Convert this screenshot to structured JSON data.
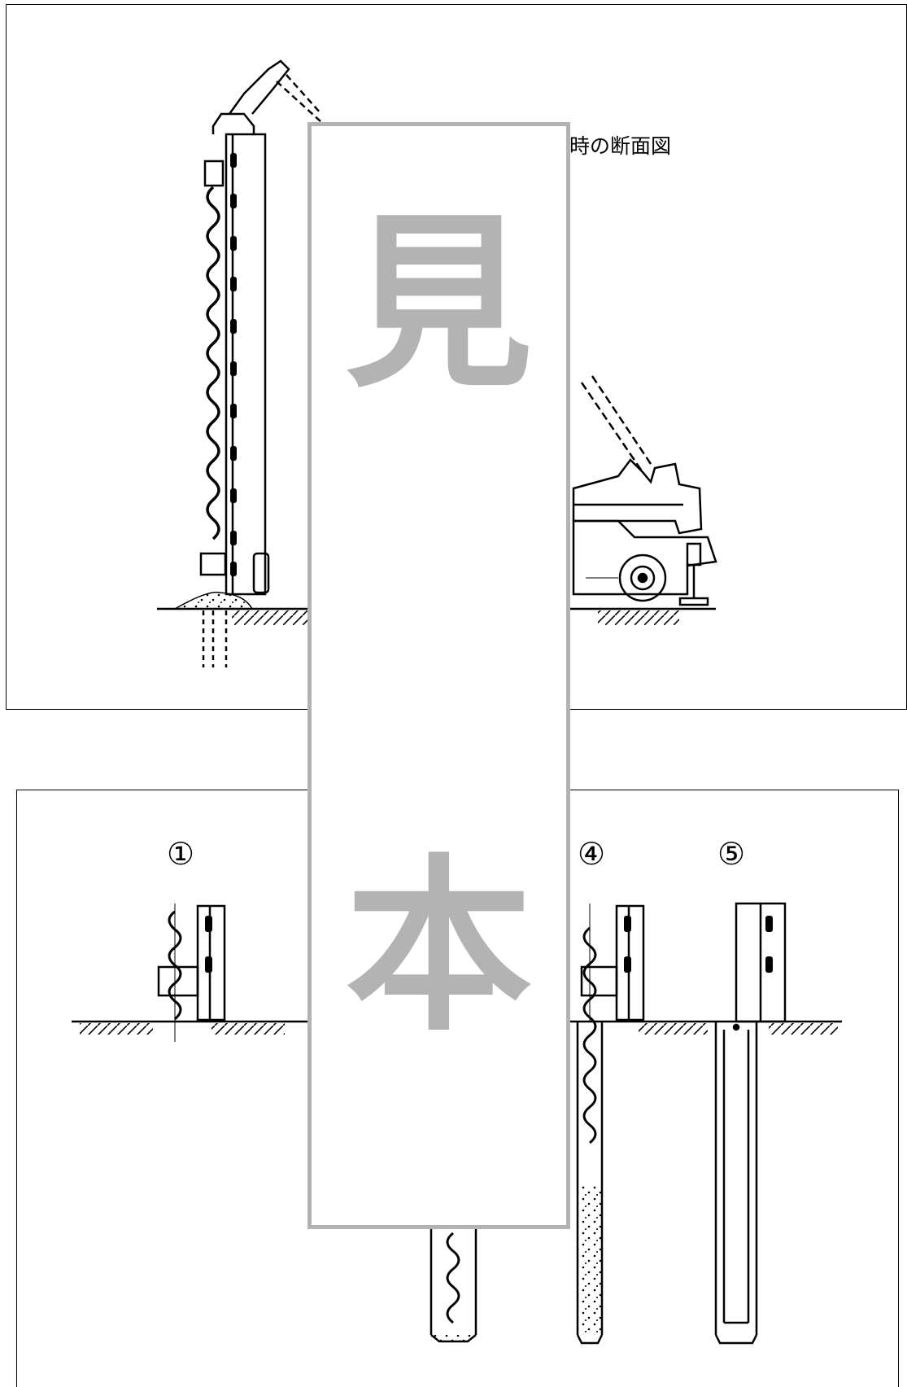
{
  "diagram": {
    "title_partial": "時の断面図",
    "step_labels": [
      "①",
      "④",
      "⑤"
    ]
  },
  "watermark": {
    "char_top": "見",
    "char_bottom": "本"
  }
}
